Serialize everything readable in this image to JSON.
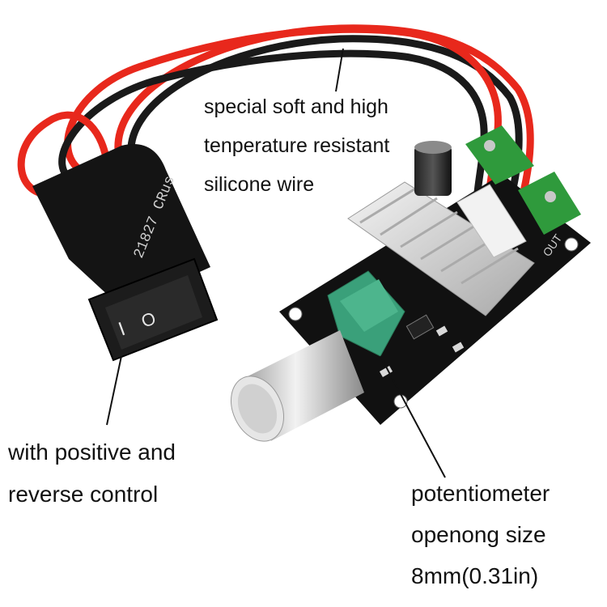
{
  "labels": {
    "wire": [
      "special soft and high",
      "tenperature resistant",
      "silicone wire"
    ],
    "switch": [
      "with positive and",
      "reverse control"
    ],
    "potentiometer": [
      "potentiometer",
      "openong size",
      "8mm(0.31in)"
    ]
  },
  "markings": {
    "sleeve": "21827 CRus",
    "switch_on": "I",
    "switch_off": "O",
    "terminal": "OUT"
  },
  "colors": {
    "wire_red": "#e8281c",
    "wire_black": "#1a1a1a",
    "pcb": "#111111",
    "terminal_green": "#2f9a3c",
    "heatsink": "#d8d8d8",
    "knob": "#d9d9d9",
    "pot_body": "#3aa07a"
  }
}
